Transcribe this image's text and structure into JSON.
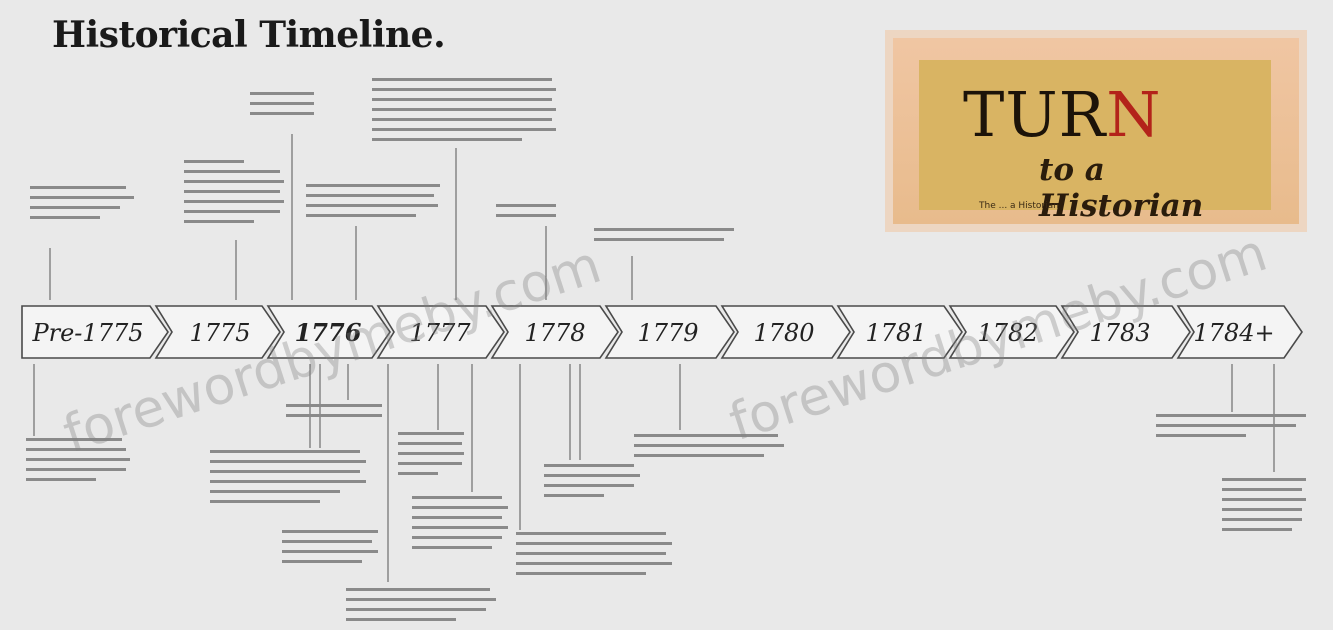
{
  "title": "Historical Timeline.",
  "logo": {
    "word_a": "TUR",
    "word_b": "N",
    "subtitle": "to a Historian",
    "tagline": "The ... a Historian"
  },
  "years": [
    "Pre-1775",
    "1775",
    "1776",
    "1777",
    "1778",
    "1779",
    "1780",
    "1781",
    "1782",
    "1783",
    "1784+"
  ],
  "watermarks": [
    "forewordbymeby.com",
    "forewordbymeby.com"
  ],
  "colors": {
    "background": "#e9e9e9",
    "arrow_fill": "#f4f4f4",
    "arrow_stroke": "#4a4a4a",
    "logo_red": "#b3231a",
    "logo_gold": "#d9b463"
  }
}
